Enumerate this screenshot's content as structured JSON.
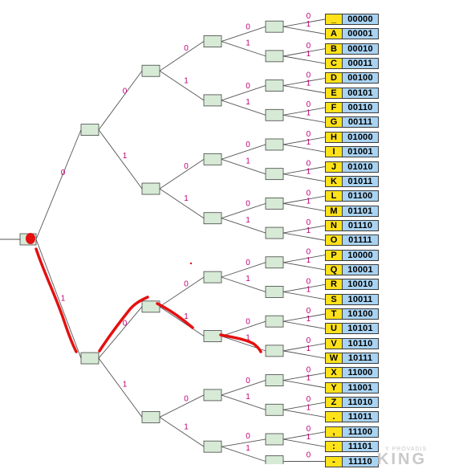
{
  "leaves": [
    {
      "symbol": "_",
      "code": "00000"
    },
    {
      "symbol": "A",
      "code": "00001"
    },
    {
      "symbol": "B",
      "code": "00010"
    },
    {
      "symbol": "C",
      "code": "00011"
    },
    {
      "symbol": "D",
      "code": "00100"
    },
    {
      "symbol": "E",
      "code": "00101"
    },
    {
      "symbol": "F",
      "code": "00110"
    },
    {
      "symbol": "G",
      "code": "00111"
    },
    {
      "symbol": "H",
      "code": "01000"
    },
    {
      "symbol": "I",
      "code": "01001"
    },
    {
      "symbol": "J",
      "code": "01010"
    },
    {
      "symbol": "K",
      "code": "01011"
    },
    {
      "symbol": "L",
      "code": "01100"
    },
    {
      "symbol": "M",
      "code": "01101"
    },
    {
      "symbol": "N",
      "code": "01110"
    },
    {
      "symbol": "O",
      "code": "01111"
    },
    {
      "symbol": "P",
      "code": "10000"
    },
    {
      "symbol": "Q",
      "code": "10001"
    },
    {
      "symbol": "R",
      "code": "10010"
    },
    {
      "symbol": "S",
      "code": "10011"
    },
    {
      "symbol": "T",
      "code": "10100"
    },
    {
      "symbol": "U",
      "code": "10101"
    },
    {
      "symbol": "V",
      "code": "10110"
    },
    {
      "symbol": "W",
      "code": "10111"
    },
    {
      "symbol": "X",
      "code": "11000"
    },
    {
      "symbol": "Y",
      "code": "11001"
    },
    {
      "symbol": "Z",
      "code": "11010"
    },
    {
      "symbol": ".",
      "code": "11011"
    },
    {
      "symbol": ",",
      "code": "11100"
    },
    {
      "symbol": ":",
      "code": "11101"
    },
    {
      "symbol": "-",
      "code": "11110"
    }
  ],
  "edge_labels": {
    "zero": "0",
    "one": "1"
  },
  "watermark": {
    "small": "Y PROVADIS",
    "big": "KING"
  },
  "colors": {
    "node_fill": "#d7ead6",
    "leaf_symbol_bg": "#ffe21a",
    "leaf_code_bg": "#a9d3f2",
    "edge_label": "#c0007a",
    "annotation": "#e41010"
  }
}
